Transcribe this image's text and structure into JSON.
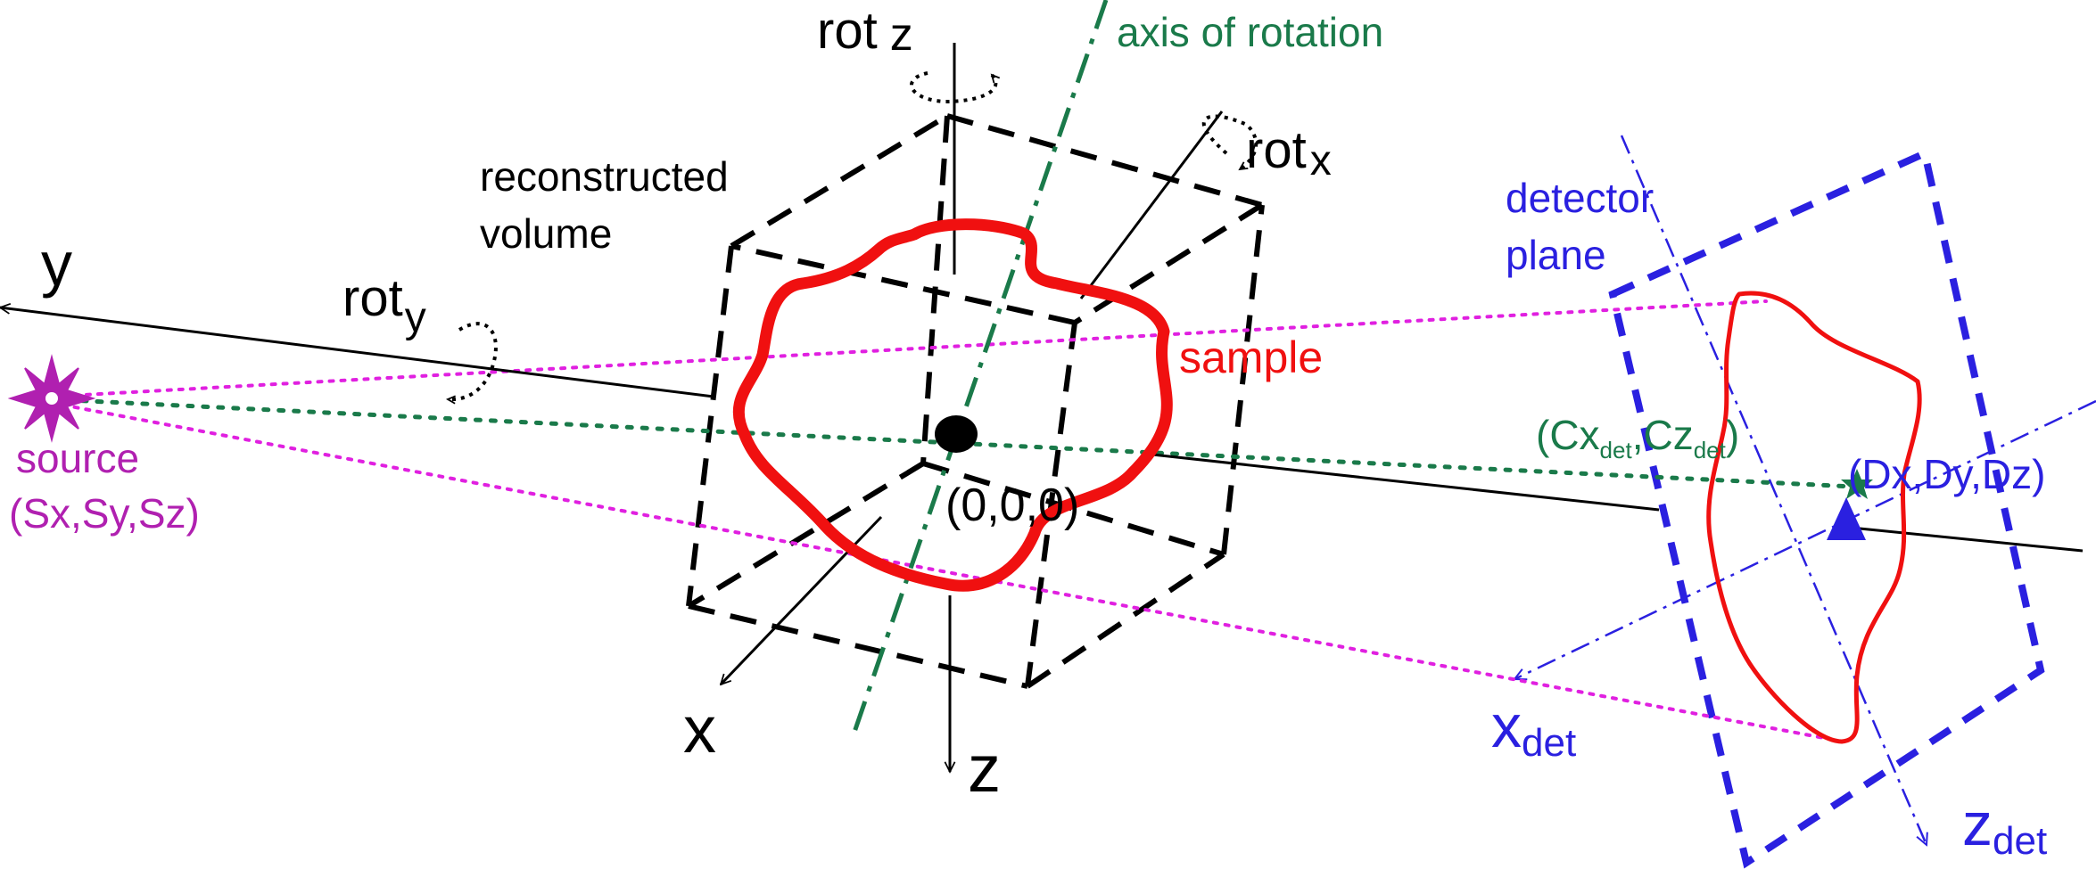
{
  "labels": {
    "rot_z": {
      "base": "rot",
      "sub": "z"
    },
    "rot_x": {
      "base": "rot",
      "sub": "x"
    },
    "rot_y": {
      "base": "rot",
      "sub": "y"
    },
    "axis_of_rotation": "axis of rotation",
    "reconstructed_volume_line1": "reconstructed",
    "reconstructed_volume_line2": "volume",
    "y_axis": "y",
    "x_axis": "x",
    "z_axis": "z",
    "sample": "sample",
    "origin": "(0,0,0)",
    "source_line1": "source",
    "source_line2": "(Sx,Sy,Sz)",
    "detector_line1": "detector",
    "detector_line2": "plane",
    "detector_center": {
      "open": "(Cx",
      "sub1": "det",
      "mid": ",Cz",
      "sub2": "det",
      "close": ")"
    },
    "detector_position": "(Dx,Dy,Dz)",
    "x_det": {
      "base": "x",
      "sub": "det"
    },
    "z_det": {
      "base": "z",
      "sub": "det"
    }
  },
  "colors": {
    "black": "#000000",
    "green": "#1a7a4a",
    "magenta": "#e020e0",
    "purple": "#b020b0",
    "blue": "#2a20e0",
    "red": "#f01010"
  }
}
